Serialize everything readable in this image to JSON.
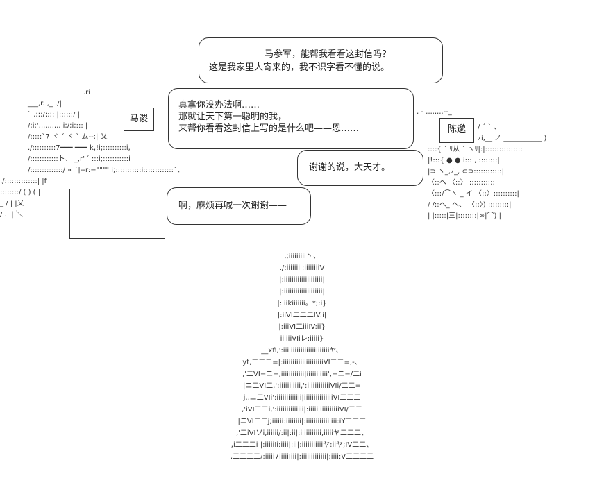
{
  "bubbles": {
    "ma_canjun": {
      "lines": [
        "马参军，能帮我看看这封信吗？",
        "这是我家里人寄来的，我不识字看不懂的说。"
      ]
    },
    "genius": {
      "lines": [
        "真拿你没办法啊……",
        "那就让天下第一聪明的我，",
        "来帮你看看这封信上写的是什么吧——恩……"
      ]
    },
    "thanks": {
      "lines": [
        "谢谢的说，大天才。"
      ]
    },
    "again": {
      "lines": [
        "啊，麻烦再喊一次谢谢——"
      ]
    }
  },
  "names": {
    "left": "马谡",
    "right": "陈邈"
  },
  "art": {
    "left": [
      "                          .ri",
      "       ___,r.                                  ,_  ./|",
      "   ` ,;;;/;:;:                                |::::::/ |",
      "    /;i;',,,,,,,,,,                              i;/;i;::: |",
      "   /:::::`7 ヾ ´   ヾ `    ム--;|  乂",
      "  ./::::::::::7━━━  ━━━   k,!i;::::::::::i,",
      "  /::::::::::::ト、          _,r\"´  :::i;:::::::::::i",
      " /::::::::::::::/ ∝ `|--r:=\"\"\"\" i;:::::::::::i:::::::::::::`、",
      "./::::::::::::::|                             |f",
      "::::::::/ (  )                              ( |",
      " _   /  |                                   |乂",
      " /      .|                                   |     ＼"
    ],
    "right": [
      "  , -                              ,,,,,,,,--_",
      " / ´                                          ` 、",
      "ﾉi,__                        ノ ___________ )",
      "    ::::{ ´ ﾘ从 ` ヽﾘ|:|:::::::::::::::: |",
      "  |!:::{  ●       ●  i:::|,  ::::::::|",
      "    |⊃    ヽ_,ﾉ_,     ⊂⊃::::::::::::|",
      "   〈::ヘ                 〈::〉 :::::::::::|",
      "   〈:::/⌒ヽ  _   イ  〈::〉::::::::::|",
      "    /    /::ヘ_ へ、  〈::〉) :::::::::|",
      "   |    |:::::|三|::::::::|∞|⌒) |"
    ],
    "bottom": [
      "                ,;iiiiiiiii丶、",
      "              ./:iiiiiiii:iiiiiiiiV",
      "              |:iiiiiiiiiiiiiiiiiiii|",
      "              |:iiiiiiiiiiiiiiiiiiii|",
      "              |:iiikiiiiiii。*;:i}",
      "              |:iiVI二二二IV:i|",
      "              |:iiiVI二iiiIV:ii}",
      "              iiiiiiVIiレ:iiiii}",
      "         __xfi,':iiiiiiiiiiiiiiiiiiiiiiiiヤ、",
      "    yt,二二二=|:iiiiiiiiiiiiiiiiiiiiiVI二二=,-、",
      "   ,'二VI=ニ=,iiiiiiiiiiii|iiiiiiiiiii',=ニ=/二i",
      "   |ニ二VI二,':iiiiiiiiiii,':iiiiiiiiiiiiVIi/二二=",
      "    j,,ニ二VIi':iiiiiiiiiiiii|iiiiiiiiiiiiiiiVI二二二",
      "   ,'iVI二二i,':iiiiiiiiiiiiii|:iiiiiiiiiiiiiiiiVI/二二",
      "   |ニVI二二j;iiiiii:iiiiiiii|:iiiiiiiiiiiiiiii:iY二二二",
      "  ,'二iVIソi,iiiiii/:ii|:ii|:iiiiiiiiiii,iiiiiヤ二二二、",
      "  ,i二二二i |:iiiiiIi:iiii|:ii|:iiiiiiiiiiiヤ:iiヤ;IV二二、",
      " ,二二二二/:iiiii7iiiiiIiii|:iiiiiiiiiiiii|:iiii:V二二二二"
    ]
  }
}
